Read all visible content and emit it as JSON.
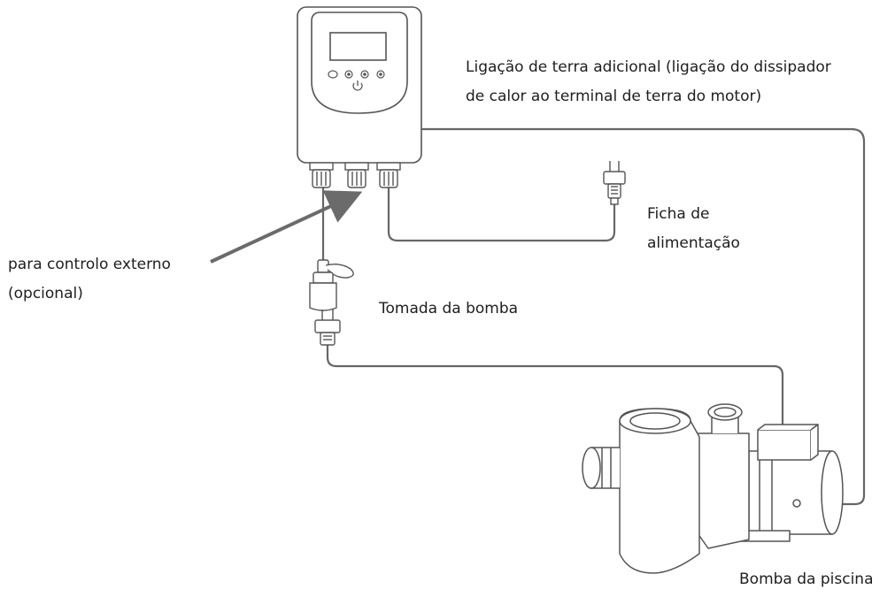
{
  "labels": {
    "earth_connection": [
      "Ligação de terra adicional (ligação do dissipador",
      "de calor ao terminal de terra do motor)"
    ],
    "power_plug": [
      "Ficha de",
      "alimentação"
    ],
    "external_control": [
      "para controlo externo",
      "(opcional)"
    ],
    "pump_socket": "Tomada da bomba",
    "pool_pump": "Bomba da piscina"
  },
  "colors": {
    "line": "#555555",
    "cable": "#666666",
    "arrow": "#6b6b6b",
    "text": "#1e1e1e"
  }
}
